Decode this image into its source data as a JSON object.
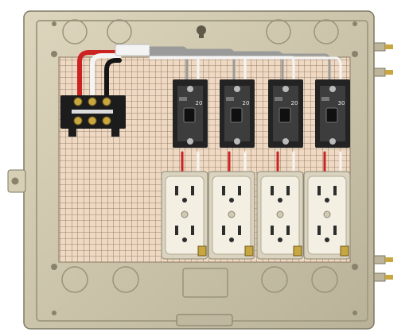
{
  "scene": {
    "subject": "electrical-distribution-box",
    "colors": {
      "background": "#ffffff",
      "enclosure": "#cfc8ad",
      "enclosure_edge": "#7d7862",
      "frame": "#e2dcc6",
      "mounting_plate": "#efd9c3",
      "grid": "#7d6a57",
      "breaker_body": "#232323",
      "breaker_face": "#3d3d3d",
      "outlet_plate": "#f3efe2",
      "outlet_slot": "#2d2d2d",
      "terminal_block": "#1c1c1c",
      "screw_brass": "#c8a640",
      "wire_red": "#cc2222",
      "wire_black": "#151515",
      "wire_white": "#f4f4f4",
      "wire_gray": "#9a9a9a"
    },
    "breakers": [
      {
        "label": "20",
        "rating": "20A"
      },
      {
        "label": "20",
        "rating": "20A"
      },
      {
        "label": "20",
        "rating": "20A"
      },
      {
        "label": "30",
        "rating": "30A"
      }
    ],
    "outlets": [
      {
        "type": "duplex-receptacle"
      },
      {
        "type": "duplex-receptacle"
      },
      {
        "type": "duplex-receptacle"
      },
      {
        "type": "duplex-receptacle"
      }
    ]
  }
}
